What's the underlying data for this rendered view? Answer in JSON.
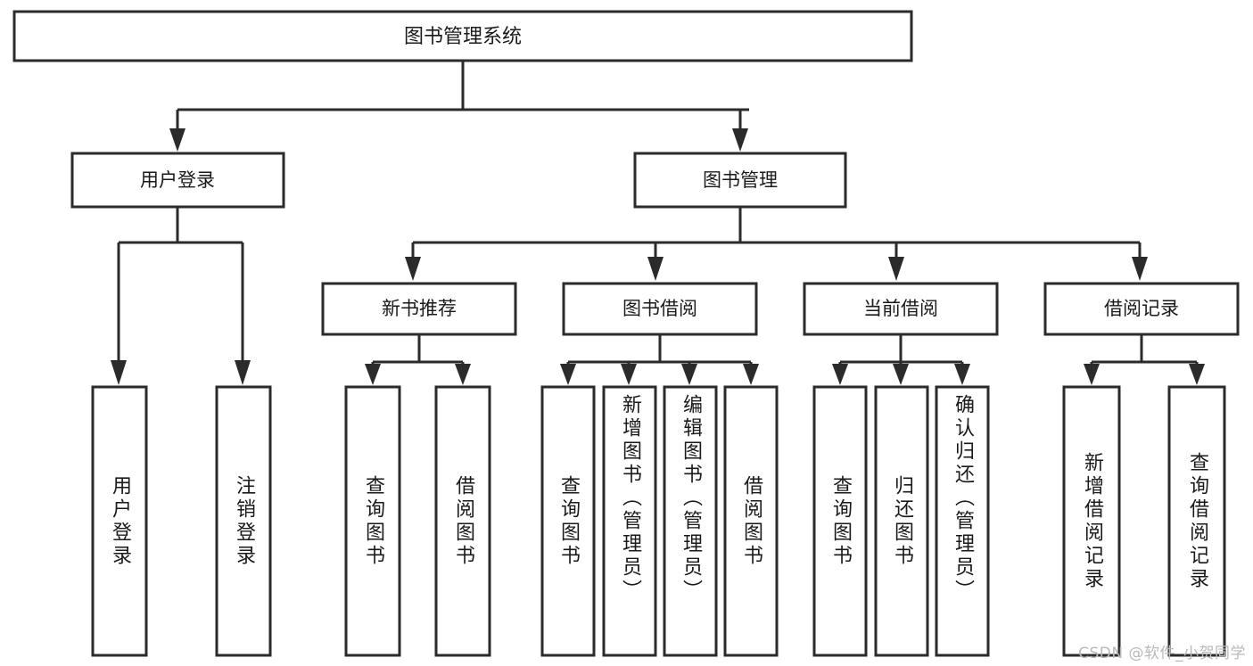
{
  "diagram": {
    "type": "tree",
    "title": "图书管理系统",
    "root": {
      "id": "root",
      "label": "图书管理系统"
    },
    "level1": [
      {
        "id": "user-login",
        "label": "用户登录"
      },
      {
        "id": "book-manage",
        "label": "图书管理"
      }
    ],
    "level2": [
      {
        "id": "new-book-rec",
        "label": "新书推荐",
        "parent": "book-manage"
      },
      {
        "id": "book-borrow",
        "label": "图书借阅",
        "parent": "book-manage"
      },
      {
        "id": "current-borrow",
        "label": "当前借阅",
        "parent": "book-manage"
      },
      {
        "id": "borrow-record",
        "label": "借阅记录",
        "parent": "book-manage"
      }
    ],
    "leaves": [
      {
        "id": "leaf-user-login",
        "label": "用户登录",
        "parent": "user-login"
      },
      {
        "id": "leaf-user-logout",
        "label": "注销登录",
        "parent": "user-login"
      },
      {
        "id": "leaf-query-book-1",
        "label": "查询图书",
        "parent": "new-book-rec"
      },
      {
        "id": "leaf-borrow-book-1",
        "label": "借阅图书",
        "parent": "new-book-rec"
      },
      {
        "id": "leaf-query-book-2",
        "label": "查询图书",
        "parent": "book-borrow"
      },
      {
        "id": "leaf-add-book",
        "label": "新增图书（管理员）",
        "parent": "book-borrow"
      },
      {
        "id": "leaf-edit-book",
        "label": "编辑图书（管理员）",
        "parent": "book-borrow"
      },
      {
        "id": "leaf-borrow-book-2",
        "label": "借阅图书",
        "parent": "book-borrow"
      },
      {
        "id": "leaf-query-book-3",
        "label": "查询图书",
        "parent": "current-borrow"
      },
      {
        "id": "leaf-return-book",
        "label": "归还图书",
        "parent": "current-borrow"
      },
      {
        "id": "leaf-confirm-return",
        "label": "确认归还（管理员）",
        "parent": "current-borrow"
      },
      {
        "id": "leaf-add-record",
        "label": "新增借阅记录",
        "parent": "borrow-record"
      },
      {
        "id": "leaf-query-record",
        "label": "查询借阅记录",
        "parent": "borrow-record"
      }
    ],
    "colors": {
      "background": "#ffffff",
      "box_fill": "#ffffff",
      "box_stroke": "#2b2b2b",
      "connector": "#2b2b2b",
      "text": "#1a1a1a",
      "watermark": "#b9b9b9"
    }
  },
  "watermark": {
    "text": "CSDN @软件_小贺同学"
  }
}
